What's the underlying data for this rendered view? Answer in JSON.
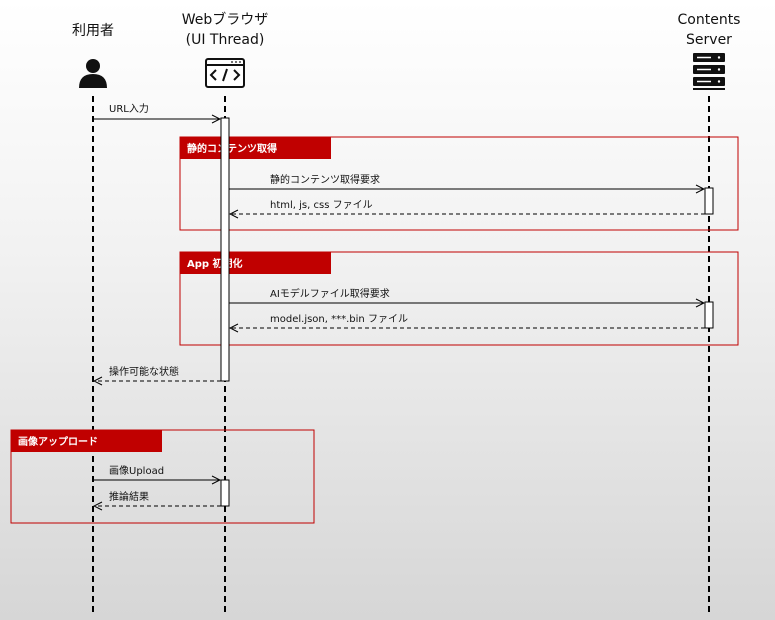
{
  "actors": {
    "user": {
      "label": "利用者",
      "icon": "person-icon"
    },
    "browser": {
      "label_line1": "Webブラウザ",
      "label_line2": "(UI Thread)",
      "icon": "browser-code-icon"
    },
    "server": {
      "label_line1": "Contents",
      "label_line2": "Server",
      "icon": "server-icon"
    }
  },
  "frames": [
    {
      "title": "静的コンテンツ取得"
    },
    {
      "title": "App 初期化"
    },
    {
      "title": "画像アップロード"
    }
  ],
  "messages": [
    {
      "label": "URL入力",
      "from": "user",
      "to": "browser",
      "style": "solid"
    },
    {
      "label": "静的コンテンツ取得要求",
      "from": "browser",
      "to": "server",
      "style": "solid"
    },
    {
      "label": "html, js, css ファイル",
      "from": "server",
      "to": "browser",
      "style": "dashed"
    },
    {
      "label": "AIモデルファイル取得要求",
      "from": "browser",
      "to": "server",
      "style": "solid"
    },
    {
      "label": "model.json,  ***.bin ファイル",
      "from": "server",
      "to": "browser",
      "style": "dashed"
    },
    {
      "label": "操作可能な状態",
      "from": "browser",
      "to": "user",
      "style": "dashed"
    },
    {
      "label": "画像Upload",
      "from": "user",
      "to": "browser",
      "style": "solid"
    },
    {
      "label": "推論結果",
      "from": "browser",
      "to": "user",
      "style": "dashed"
    }
  ],
  "colors": {
    "frame_border": "#c00000",
    "frame_header": "#c00000",
    "lifeline": "#000000"
  }
}
